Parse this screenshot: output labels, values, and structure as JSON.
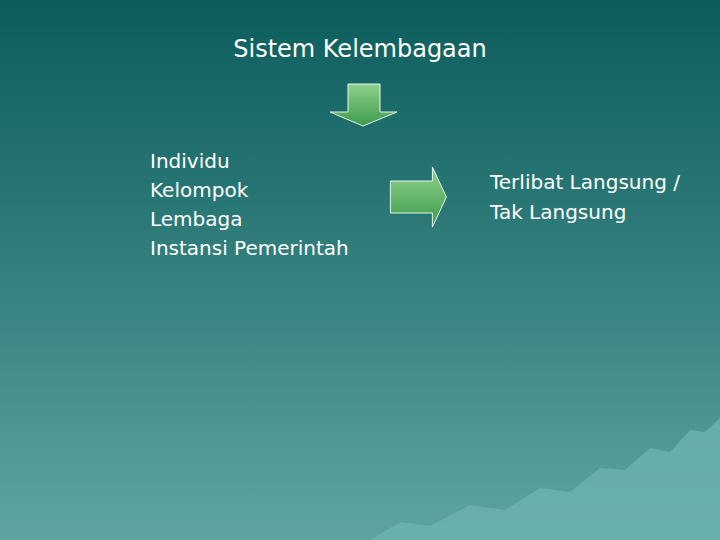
{
  "diagram": {
    "title": "Sistem Kelembagaan",
    "nodes": [
      {
        "text": [
          "Individu",
          "Kelompok",
          "Lembaga",
          "Instansi Pemerintah"
        ]
      },
      {
        "text": [
          "Terlibat Langsung / Tak Langsung"
        ]
      }
    ],
    "edges": [
      {
        "from": 0,
        "to": 1,
        "arrow": "to"
      }
    ]
  }
}
